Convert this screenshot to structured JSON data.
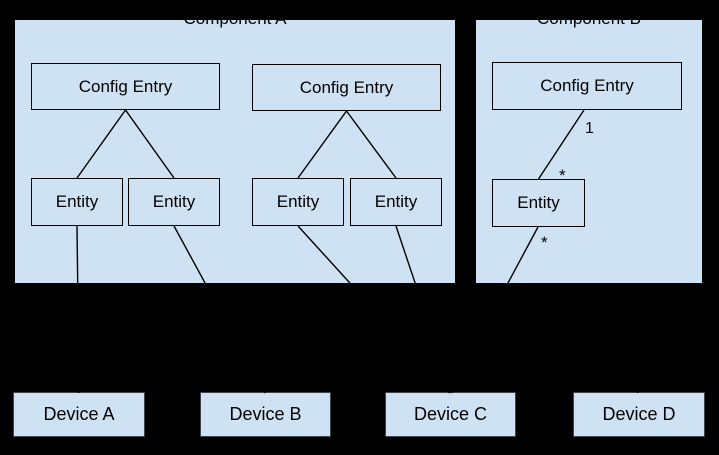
{
  "diagram": {
    "background_color": "#000000",
    "box_fill_color": "#cfe2f3",
    "box_border_color": "#000000",
    "device_border_color": "#3a434e",
    "line_color": "#000000"
  },
  "components": [
    {
      "title": "Component A",
      "config_entries": [
        {
          "label": "Config Entry",
          "entities": [
            "Entity",
            "Entity"
          ]
        },
        {
          "label": "Config Entry",
          "entities": [
            "Entity",
            "Entity"
          ]
        }
      ]
    },
    {
      "title": "Component B",
      "config_entries": [
        {
          "label": "Config Entry",
          "entities": [
            "Entity"
          ]
        }
      ],
      "multiplicity": {
        "config_end": "1",
        "entity_end": "*",
        "device_end": "*"
      }
    }
  ],
  "devices": [
    {
      "label": "Device A"
    },
    {
      "label": "Device B"
    },
    {
      "label": "Device C"
    },
    {
      "label": "Device D"
    }
  ]
}
